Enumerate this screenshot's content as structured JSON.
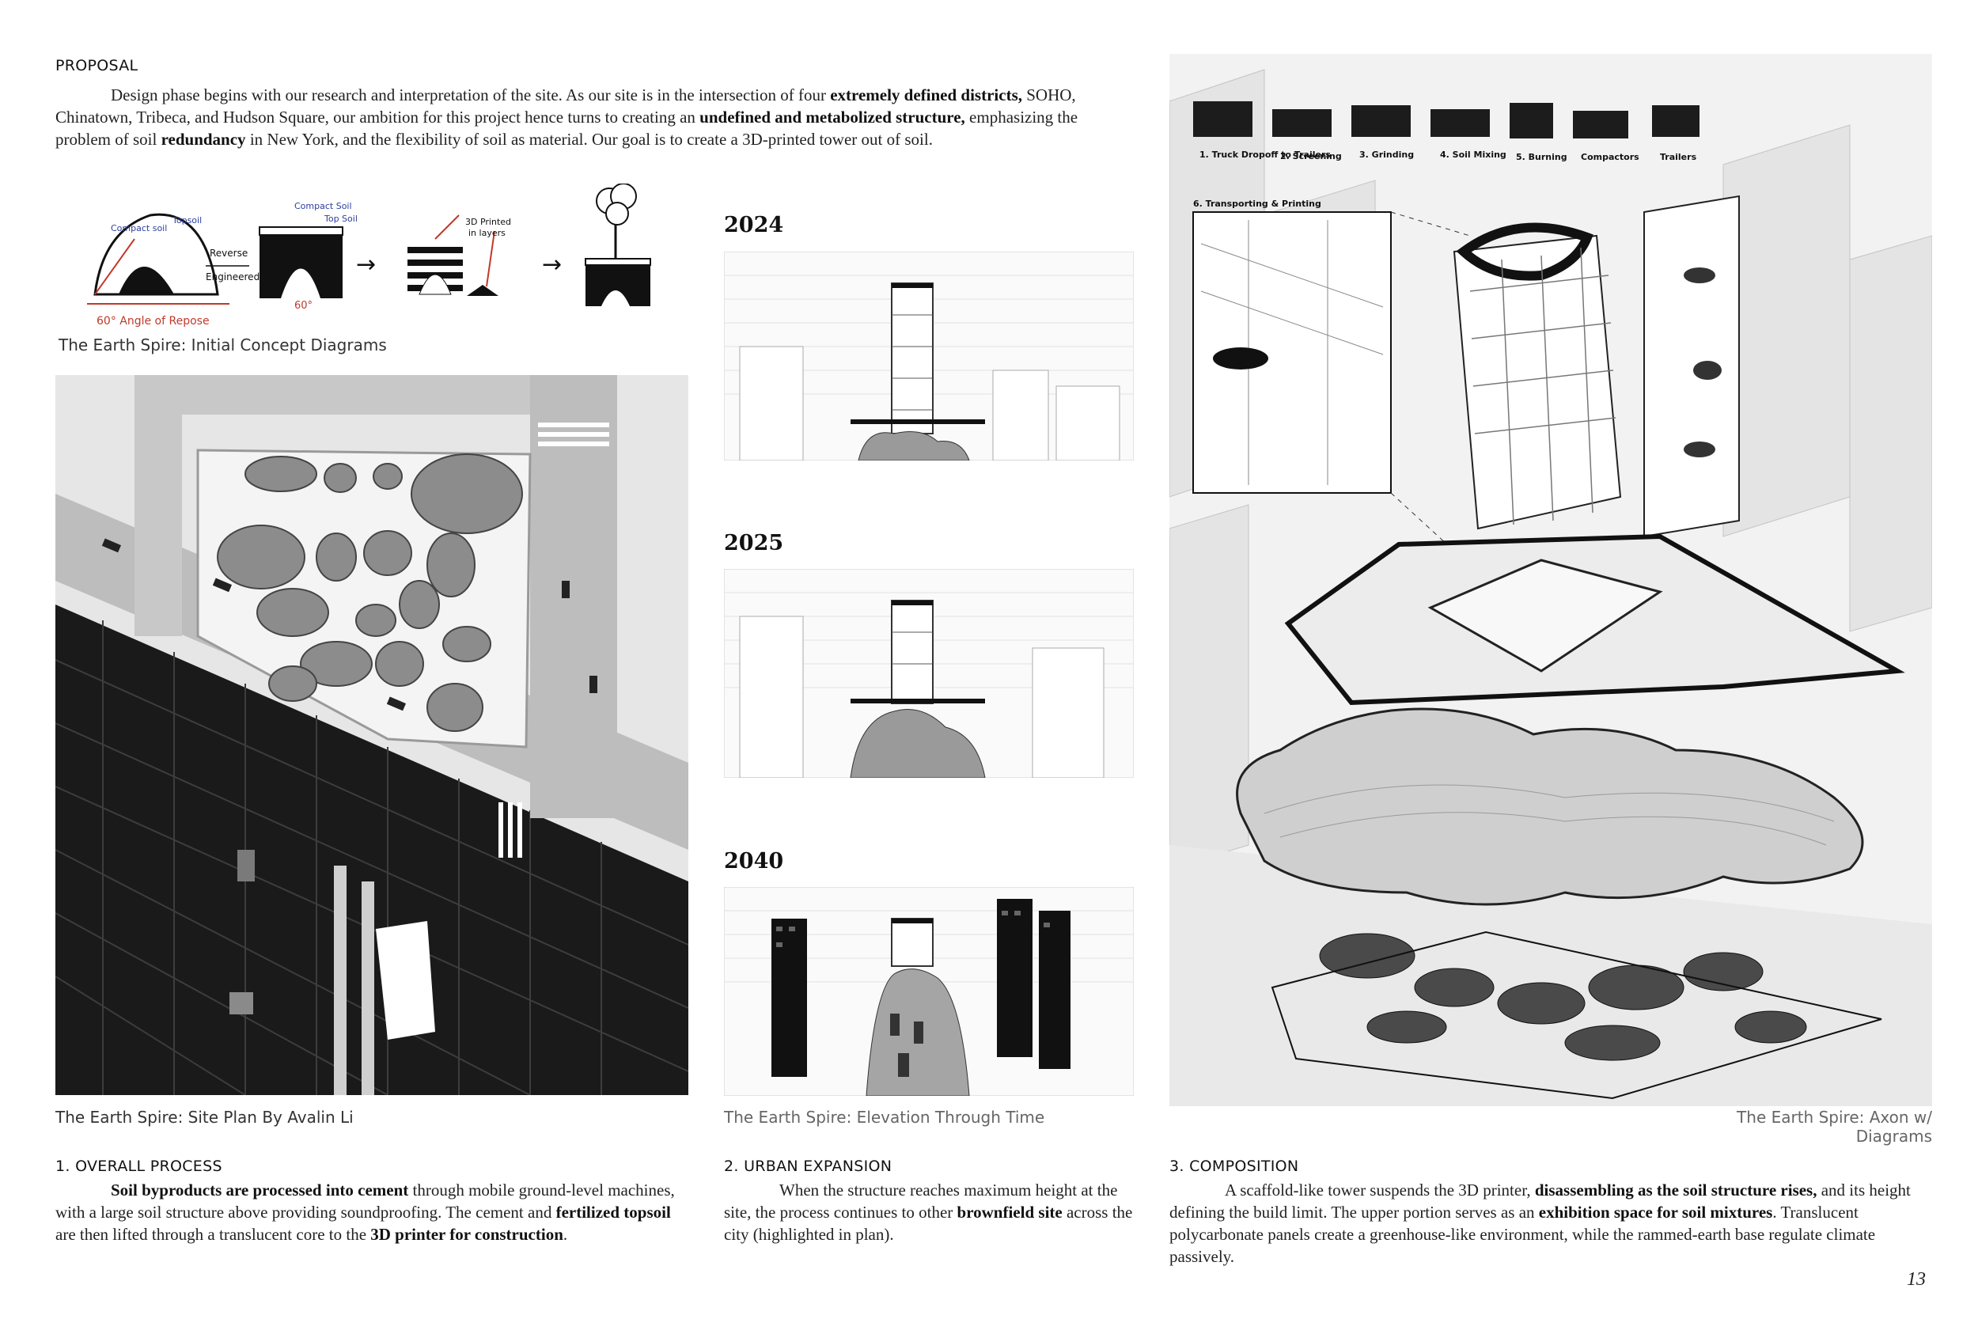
{
  "proposal": {
    "heading": "PROPOSAL",
    "p1": "Design phase begins with our research and interpretation of the site. As our site is in the intersection of four ",
    "b1": "extremely defined districts,",
    "p2": " SOHO, Chinatown, Tribeca, and Hudson Square, our ambition for this project hence turns to creating an ",
    "b2": "undefined and metabolized structure,",
    "p3": " emphasizing the problem of soil ",
    "b3": "redundancy",
    "p4": " in New York, and the flexibility of soil as material. Our goal is to create a 3D-printed tower out of soil."
  },
  "concept": {
    "caption": "The Earth Spire: Initial Concept Diagrams",
    "labels": {
      "compact_soil": "Compact soil",
      "topsoil": "Topsoil",
      "compact_soil_2": "Compact Soil",
      "top_soil": "Top Soil",
      "reverse": "Reverse",
      "engineered": "Engineered",
      "angle_of_repose": "60° Angle of Repose",
      "deg60": "60°",
      "printed_1": "3D Printed",
      "printed_2": "in layers"
    }
  },
  "site_plan": {
    "caption": "The Earth Spire: Site Plan By Avalin Li"
  },
  "elevations": {
    "caption": "The Earth Spire: Elevation Through Time",
    "years": [
      "2024",
      "2025",
      "2040"
    ]
  },
  "axon": {
    "caption": "The Earth Spire: Axon w/ Diagrams",
    "machines": [
      "1. Truck Dropoff to Trailers",
      "2. Screening",
      "3. Grinding",
      "4. Soil Mixing",
      "5. Burning",
      "Compactors",
      "Trailers"
    ],
    "inset_label": "6. Transporting & Printing"
  },
  "section1": {
    "heading": "1. OVERALL PROCESS",
    "b1": "Soil byproducts are processed into cement",
    "t1": " through mobile ground-level machines, with a large soil structure above providing soundproofing. The cement and ",
    "b2": "fertilized topsoil",
    "t2": " are then lifted through a translucent core to the ",
    "b3": "3D printer for construction",
    "t3": "."
  },
  "section2": {
    "heading": "2. URBAN EXPANSION",
    "t1": "When the structure reaches maximum height at the site, the process continues to other ",
    "b1": "brownfield site",
    "t2": " across the city (highlighted in plan)."
  },
  "section3": {
    "heading": "3. COMPOSITION",
    "t1": "A scaffold-like tower suspends the 3D printer, ",
    "b1": "disassembling as the soil structure rises,",
    "t2": " and its height defining the build limit. The upper portion serves as an ",
    "b2": "exhibition space for soil mixtures",
    "t3": ". Translucent polycarbonate panels create a greenhouse-like environment, while the rammed-earth base regulate climate passively."
  },
  "page_number": "13"
}
